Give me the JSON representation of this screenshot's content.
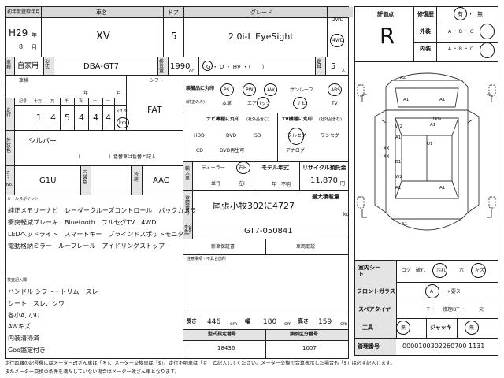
{
  "header": {
    "reg_label": "初年度登録年月",
    "reg_year": "H29",
    "reg_month": "8",
    "month_unit": "月",
    "year_unit": "年",
    "model_label": "車名",
    "model": "XV",
    "doors_label": "ドア",
    "doors": "5",
    "grade_label": "グレード",
    "grade": "2.0i-L EyeSight",
    "drive_2wd": "2WD",
    "drive_4wd": "4WD"
  },
  "row2": {
    "type_label": "車種",
    "usage": "自家用",
    "model_type_label": "型式",
    "model_type": "DBA-GT7",
    "displacement_label": "排気量",
    "displacement": "1990",
    "cc_unit": "cc",
    "fuel_options": "G ・ D ・ HV ・（　　）",
    "capacity_label": "定員",
    "capacity": "5",
    "person_unit": "人"
  },
  "inspection": {
    "label": "車検",
    "year_unit": "年",
    "month_unit": "月",
    "shift_label": "シフト",
    "shift": "FAT"
  },
  "mileage": {
    "label": "走行",
    "digits_header": [
      "記号",
      "十万",
      "万",
      "千",
      "百",
      "十",
      "一"
    ],
    "digits": [
      "1",
      "4",
      "5",
      "4",
      "4",
      "4"
    ],
    "unit_mile": "マイル",
    "unit_km": "km"
  },
  "exterior": {
    "label": "外装色",
    "color": "シルバー",
    "note": "（　　　　　　）色替車は色替と記入"
  },
  "color_no": {
    "label": "カラーNo.",
    "value": "G1U",
    "interior_label": "内装色",
    "ac_label": "冷房",
    "ac": "AAC"
  },
  "equipment": {
    "title": "装備品に丸印",
    "subtitle": "(純正のみ)",
    "items": [
      "PS",
      "PW",
      "AW",
      "サンルーフ",
      "ABS",
      "本革",
      "エアバック",
      "ナビ",
      "TV"
    ]
  },
  "navi": {
    "title": "ナビ機種に丸印",
    "note": "(社外品含む)",
    "options": [
      "HDD",
      "DVD",
      "SD",
      "CD",
      "DVD再生可"
    ]
  },
  "tv": {
    "title": "TV機種に丸印",
    "note": "(社外品含む)",
    "options": [
      "フルセグ",
      "ワンセグ",
      "アナログ"
    ]
  },
  "import": {
    "label": "輸入車",
    "dealer": "ディーラー",
    "parallel": "並行",
    "handle_right": "右H",
    "handle_left": "左H"
  },
  "model_year": {
    "label": "モデル年式",
    "value": "年　不明"
  },
  "recycle": {
    "label": "リサイクル預託金",
    "value": "11,870",
    "unit": "円"
  },
  "max_load": {
    "label": "最大積載量",
    "unit": "kg"
  },
  "plate": {
    "label": "登録番号",
    "value": "尾張小牧302に4727"
  },
  "chassis": {
    "label": "車台番号",
    "value": "GT7-050841"
  },
  "warranty": {
    "new_car": "新車保証書",
    "manual": "車両取説"
  },
  "caution": {
    "label": "注意事項・不具合箇所"
  },
  "sales_points": {
    "label": "セールスポイント",
    "lines": [
      "純正メモリーナビ　レーダークルーズコントロール　バックカメラ",
      "衝突軽減ブレーキ　Bluetooth　フルセグTV　4WD",
      "LEDヘッドライト　スマートキー　ブラインドスポットモニター",
      "電動格納ミラー　ルーフレール　アイドリングストップ"
    ]
  },
  "inspector": {
    "label": "検査記入欄",
    "lines": [
      "ハンドル シフト・トリム　スレ",
      "シート　スレ、シワ",
      "各小A, 小U",
      "AWキズ",
      "内装清掃済",
      "Goo鑑定付き"
    ]
  },
  "evaluation": {
    "score_label": "評価点",
    "score": "R",
    "repair_label": "修復歴",
    "repair_yes": "有",
    "repair_no": "無",
    "exterior_label": "外装",
    "exterior_grades": "A ・ B ・ C",
    "interior_label": "内装",
    "interior_grades": "A ・ B ・ C"
  },
  "diagram": {
    "codes": [
      "A2",
      "A1",
      "A1",
      "A1",
      "W2",
      "A1",
      "H/G",
      "XX",
      "U1",
      "B1",
      "XX",
      "W2",
      "A1",
      "A1",
      "A1"
    ]
  },
  "seat": {
    "label": "室内シート",
    "options": [
      "コゲ",
      "破れ",
      "汚れ",
      "穴",
      "キズ"
    ]
  },
  "glass": {
    "label": "フロントガラス",
    "options": [
      "A",
      "・ ×要ス"
    ]
  },
  "spare": {
    "label": "スペアタイヤ",
    "options": [
      "T ・",
      "修理KIT ・",
      "欠"
    ]
  },
  "tools": {
    "label": "工具",
    "value": "無",
    "jack_label": "ジャッキ",
    "jack_value": "無"
  },
  "size": {
    "length_label": "長さ",
    "length": "446",
    "width_label": "幅",
    "width": "180",
    "height_label": "高さ",
    "height": "159",
    "unit": "cm"
  },
  "type_no": {
    "label": "型式指定番号",
    "value": "18436",
    "cat_label": "類別区分番号",
    "cat_value": "1007"
  },
  "manage": {
    "label": "管理番号",
    "value": "0000100302260700 1131"
  },
  "footer": {
    "line1": "走行距離の記号欄にはメーター改ざん車は「＊」、メーター交換車は「$」、走行不明車は「＃」と記入してください。メーター交換で合算表示した場合も「$」は必ず記入します。",
    "line2": "またメーター交換の条件を満たしていない場合はメーター改ざん車となります。"
  }
}
